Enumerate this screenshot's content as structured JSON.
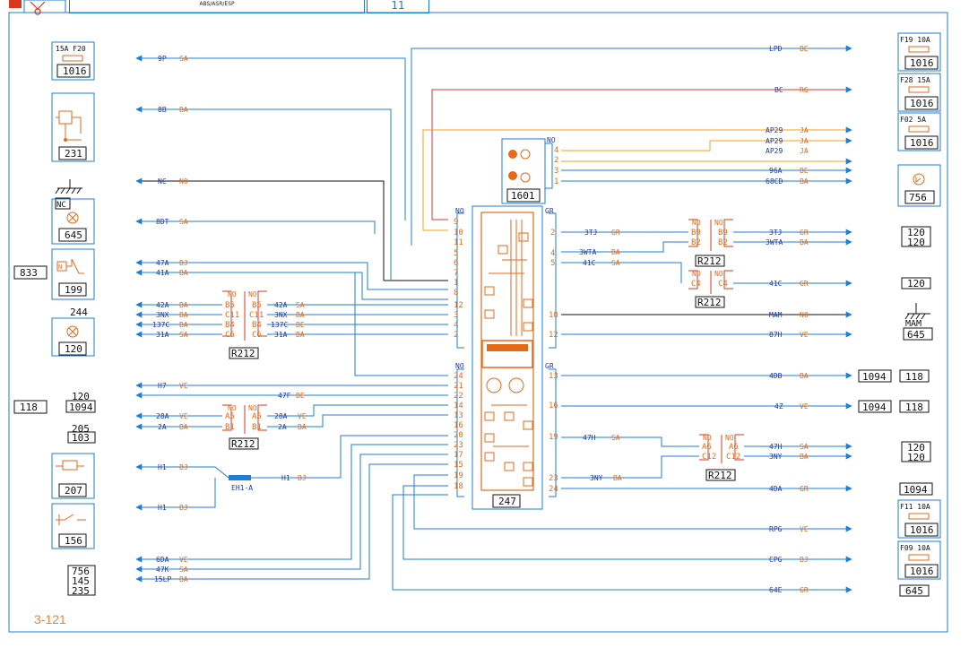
{
  "header": {
    "system": "ABS/ASR/ESP",
    "page": "11"
  },
  "footer": {
    "code": "3-121"
  },
  "components": {
    "c1016": "1016",
    "c231": "231",
    "c645": "645",
    "c199": "199",
    "c120": "120",
    "c244": "244",
    "c833": "833",
    "c118": "118",
    "c1094": "1094",
    "c205": "205",
    "c103": "103",
    "c207": "207",
    "c156": "156",
    "c756": "756",
    "c145": "145",
    "c235": "235",
    "c1601": "1601",
    "c247": "247",
    "R212": "R212",
    "NC": "NC",
    "MAM": "MAM"
  },
  "fuses": {
    "left_top": "15A  F20",
    "F19": "F19  10A",
    "F28": "F28  15A",
    "F02": "F02   5A",
    "F11": "F11  10A",
    "F09": "F09  10A"
  },
  "connectors": {
    "NO": "NO",
    "GR": "GR",
    "EH1A": "EH1-A"
  },
  "wires": {
    "w9P": "9P",
    "wSA": "SA",
    "w8B": "8B",
    "wBA": "BA",
    "wNC": "NC",
    "wNO": "NO",
    "w8DT": "8DT",
    "w47A": "47A",
    "wBJ": "BJ",
    "w41A": "41A",
    "w42A": "42A",
    "w3NX": "3NX",
    "w137C": "137C",
    "wBE": "BE",
    "w31A": "31A",
    "wH7": "H7",
    "wVE": "VE",
    "w47F": "47F",
    "w28A": "28A",
    "w2A": "2A",
    "wH1": "H1",
    "w6DA": "6DA",
    "w47K": "47K",
    "w15LP": "15LP",
    "wLPD": "LPD",
    "wBC": "BC",
    "wRG": "RG",
    "wAP29": "AP29",
    "wJA": "JA",
    "w96A": "96A",
    "w68CD": "68CD",
    "w3TJ": "3TJ",
    "wGR": "GR",
    "w3WTA": "3WTA",
    "w41C": "41C",
    "wMAM": "MAM",
    "w87H": "87H",
    "w4DB": "4DB",
    "w4Z": "4Z",
    "w47H": "47H",
    "w3NY": "3NY",
    "w4DA": "4DA",
    "wRPG": "RPG",
    "wCPG": "CPG",
    "w64E": "64E"
  },
  "pins": {
    "B5": "B5",
    "C11": "C11",
    "B4": "B4",
    "C6": "C6",
    "A5": "A5",
    "B1": "B1",
    "B9": "B9",
    "B2": "B2",
    "C4": "C4",
    "A6": "A6",
    "C12": "C12",
    "p1": "1",
    "p2": "2",
    "p3": "3",
    "p4": "4",
    "p5": "5",
    "p6": "6",
    "p7": "7",
    "p8": "8",
    "p9": "9",
    "p10": "10",
    "p11": "11",
    "p12": "12",
    "p13": "13",
    "p14": "14",
    "p15": "15",
    "p16": "16",
    "p17": "17",
    "p18": "18",
    "p19": "19",
    "p20": "20",
    "p21": "21",
    "p22": "22",
    "p23": "23",
    "p24": "24"
  },
  "colors": {
    "wire": "#1c7ed6",
    "label": "#e46a18",
    "red": "#d63a3a",
    "orange": "#f0a020",
    "black": "#111111",
    "tag": "#d8381e"
  }
}
